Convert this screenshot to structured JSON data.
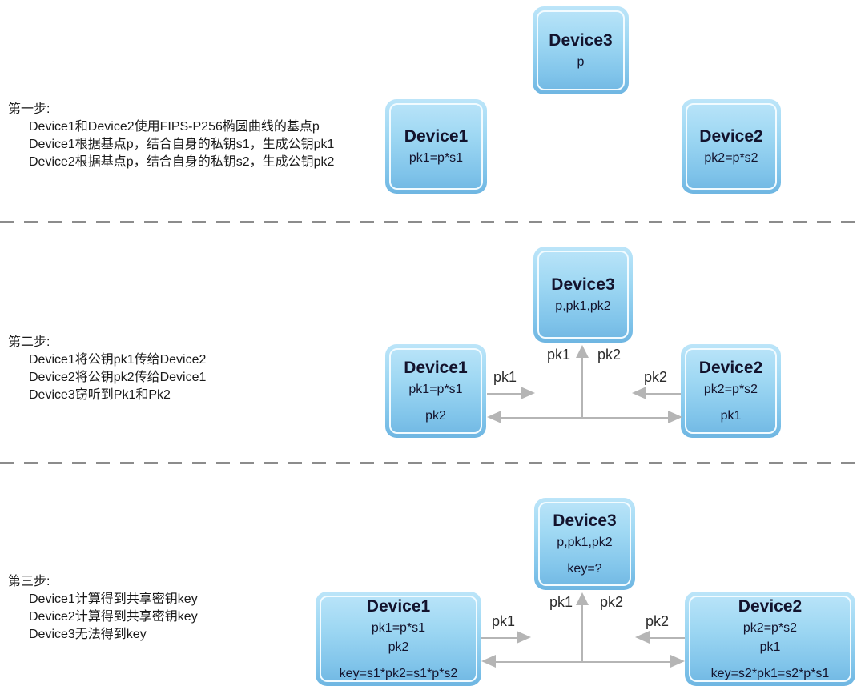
{
  "steps": [
    {
      "label": "第一步:",
      "lines": [
        "Device1和Device2使用FIPS-P256椭圆曲线的基点p",
        "Device1根据基点p，结合自身的私钥s1，生成公钥pk1",
        "Device2根据基点p，结合自身的私钥s2，生成公钥pk2"
      ]
    },
    {
      "label": "第二步:",
      "lines": [
        "Device1将公钥pk1传给Device2",
        "Device2将公钥pk2传给Device1",
        "Device3窃听到Pk1和Pk2"
      ]
    },
    {
      "label": "第三步:",
      "lines": [
        "Device1计算得到共享密钥key",
        "Device2计算得到共享密钥key",
        "Device3无法得到key"
      ]
    }
  ],
  "section1": {
    "device3": {
      "title": "Device3",
      "line1": "p"
    },
    "device1": {
      "title": "Device1",
      "line1": "pk1=p*s1"
    },
    "device2": {
      "title": "Device2",
      "line1": "pk2=p*s2"
    }
  },
  "section2": {
    "device3": {
      "title": "Device3",
      "line1": "p,pk1,pk2"
    },
    "device1": {
      "title": "Device1",
      "line1": "pk1=p*s1",
      "line2": "pk2"
    },
    "device2": {
      "title": "Device2",
      "line1": "pk2=p*s2",
      "line2": "pk1"
    },
    "arrows": {
      "send_pk1": "pk1",
      "send_pk2": "pk2",
      "intercept_pk1": "pk1",
      "intercept_pk2": "pk2"
    }
  },
  "section3": {
    "device3": {
      "title": "Device3",
      "line1": "p,pk1,pk2",
      "line2": "key=?"
    },
    "device1": {
      "title": "Device1",
      "line1": "pk1=p*s1",
      "line2": "pk2",
      "line3": "key=s1*pk2=s1*p*s2"
    },
    "device2": {
      "title": "Device2",
      "line1": "pk2=p*s2",
      "line2": "pk1",
      "line3": "key=s2*pk1=s2*p*s1"
    },
    "arrows": {
      "send_pk1": "pk1",
      "send_pk2": "pk2",
      "intercept_pk1": "pk1",
      "intercept_pk2": "pk2"
    }
  },
  "colors": {
    "box_gradient_top": "#bce5f9",
    "box_gradient_bottom": "#6fb6e2",
    "box_inner_border": "#f2fbff",
    "box_text": "#13132d",
    "arrow": "#b5b5b5",
    "divider": "#8c8c8c",
    "step_text": "#1a1a1a",
    "background": "#ffffff"
  }
}
